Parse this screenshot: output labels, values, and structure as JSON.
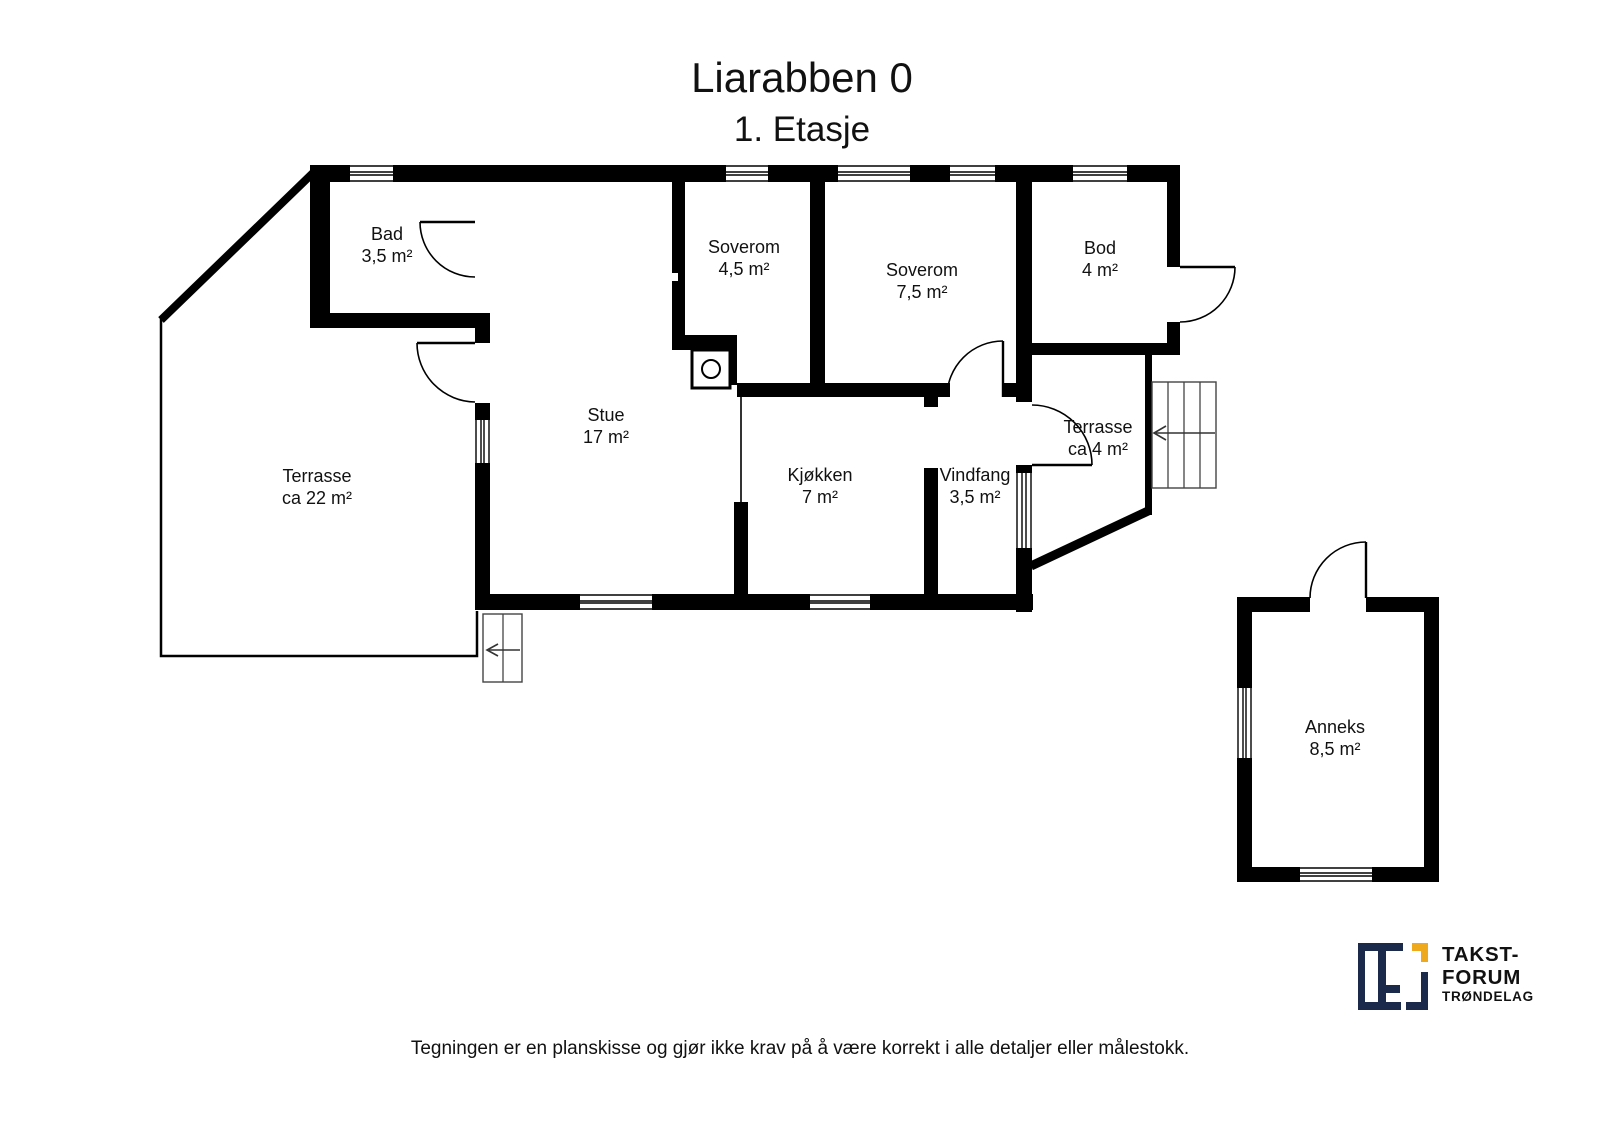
{
  "title": "Liarabben 0",
  "subtitle": "1. Etasje",
  "rooms": [
    {
      "name": "Bad",
      "area": "3,5 m²"
    },
    {
      "name": "Soverom",
      "area": "4,5 m²"
    },
    {
      "name": "Soverom",
      "area": "7,5 m²"
    },
    {
      "name": "Bod",
      "area": "4 m²"
    },
    {
      "name": "Stue",
      "area": "17 m²"
    },
    {
      "name": "Kjøkken",
      "area": "7 m²"
    },
    {
      "name": "Vindfang",
      "area": "3,5 m²"
    },
    {
      "name": "Terrasse",
      "area": "ca 4 m²"
    },
    {
      "name": "Terrasse",
      "area": "ca 22 m²"
    },
    {
      "name": "Anneks",
      "area": "8,5 m²"
    }
  ],
  "disclaimer": "Tegningen er en planskisse og gjør ikke krav på å være korrekt i alle detaljer eller målestokk.",
  "logo": {
    "line1": "TAKST-",
    "line2": "FORUM",
    "line3": "TRØNDELAG",
    "navy": "#1b2a4a",
    "yellow": "#efa91d"
  },
  "colors": {
    "wall": "#000000",
    "background": "#ffffff"
  }
}
